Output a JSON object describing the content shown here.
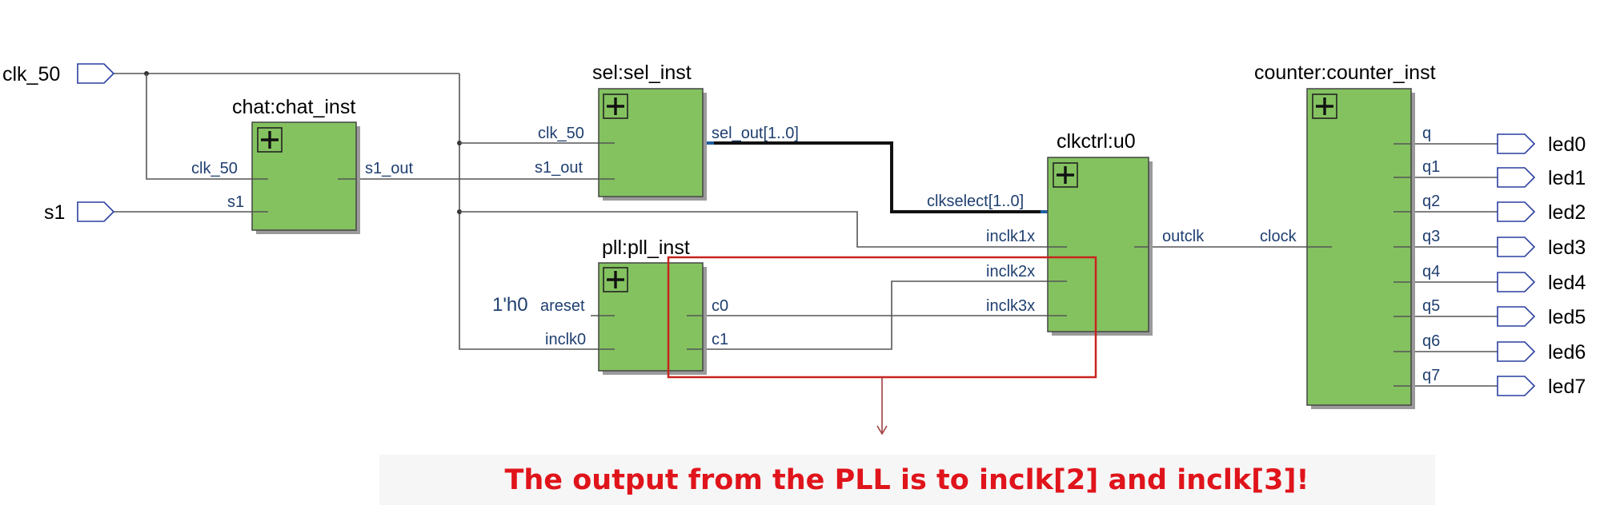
{
  "diagram": {
    "inputs": {
      "clk_50": "clk_50",
      "s1": "s1"
    },
    "blocks": {
      "chat": {
        "title": "chat:chat_inst",
        "pins": [
          "clk_50",
          "s1",
          "s1_out"
        ]
      },
      "sel": {
        "title": "sel:sel_inst",
        "pins": [
          "clk_50",
          "s1_out",
          "sel_out[1..0]"
        ]
      },
      "pll": {
        "title": "pll:pll_inst",
        "pins": [
          "areset",
          "inclk0",
          "c0",
          "c1"
        ],
        "const": "1'h0"
      },
      "clkctrl": {
        "title": "clkctrl:u0",
        "pins": [
          "clkselect[1..0]",
          "inclk1x",
          "inclk2x",
          "inclk3x",
          "outclk"
        ]
      },
      "counter": {
        "title": "counter:counter_inst",
        "pins": [
          "clock",
          "q",
          "q1",
          "q2",
          "q3",
          "q4",
          "q5",
          "q6",
          "q7"
        ]
      }
    },
    "outputs": [
      "led0",
      "led1",
      "led2",
      "led3",
      "led4",
      "led5",
      "led6",
      "led7"
    ],
    "annotation": "The output from the PLL is to inclk[2] and inclk[3]!",
    "colors": {
      "block_fill": "#84c260",
      "bus_selected": "#1f5fa0",
      "highlight": "#c8241e",
      "annotation_text": "#e0141b"
    }
  }
}
